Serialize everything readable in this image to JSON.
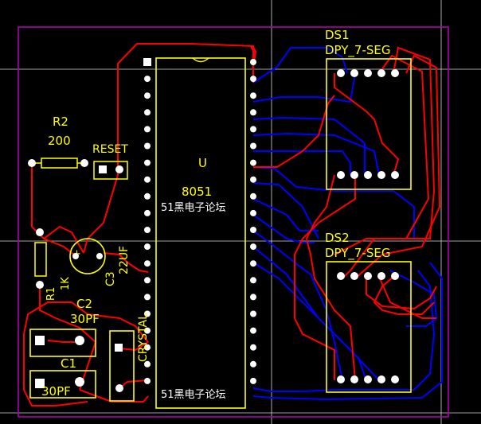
{
  "canvas": {
    "background": "#000000"
  },
  "colors": {
    "board_outline": "#b000b0",
    "silkscreen": "#ffff00",
    "top_copper": "#ff0000",
    "bottom_copper": "#0000ff",
    "pad": "#ffffff",
    "grid": "#ffffff"
  },
  "labels": {
    "u_ref": "U",
    "u_value": "8051",
    "watermark_1": "51黑电子论坛",
    "watermark_2": "51黑电子论坛",
    "r2_ref": "R2",
    "r2_value": "200",
    "reset": "RESET",
    "r1_ref": "R1",
    "r1_value": "1K",
    "c3_ref": "C3",
    "c3_value": "22UF",
    "c3_plus": "+",
    "crystal": "CRYSTAL",
    "c2_ref": "C2",
    "c2_value": "30PF",
    "c1_ref": "C1",
    "c1_value": "30PF",
    "ds1_ref": "DS1",
    "ds1_value": "DPY_7-SEG",
    "ds2_ref": "DS2",
    "ds2_value": "DPY_7-SEG"
  }
}
